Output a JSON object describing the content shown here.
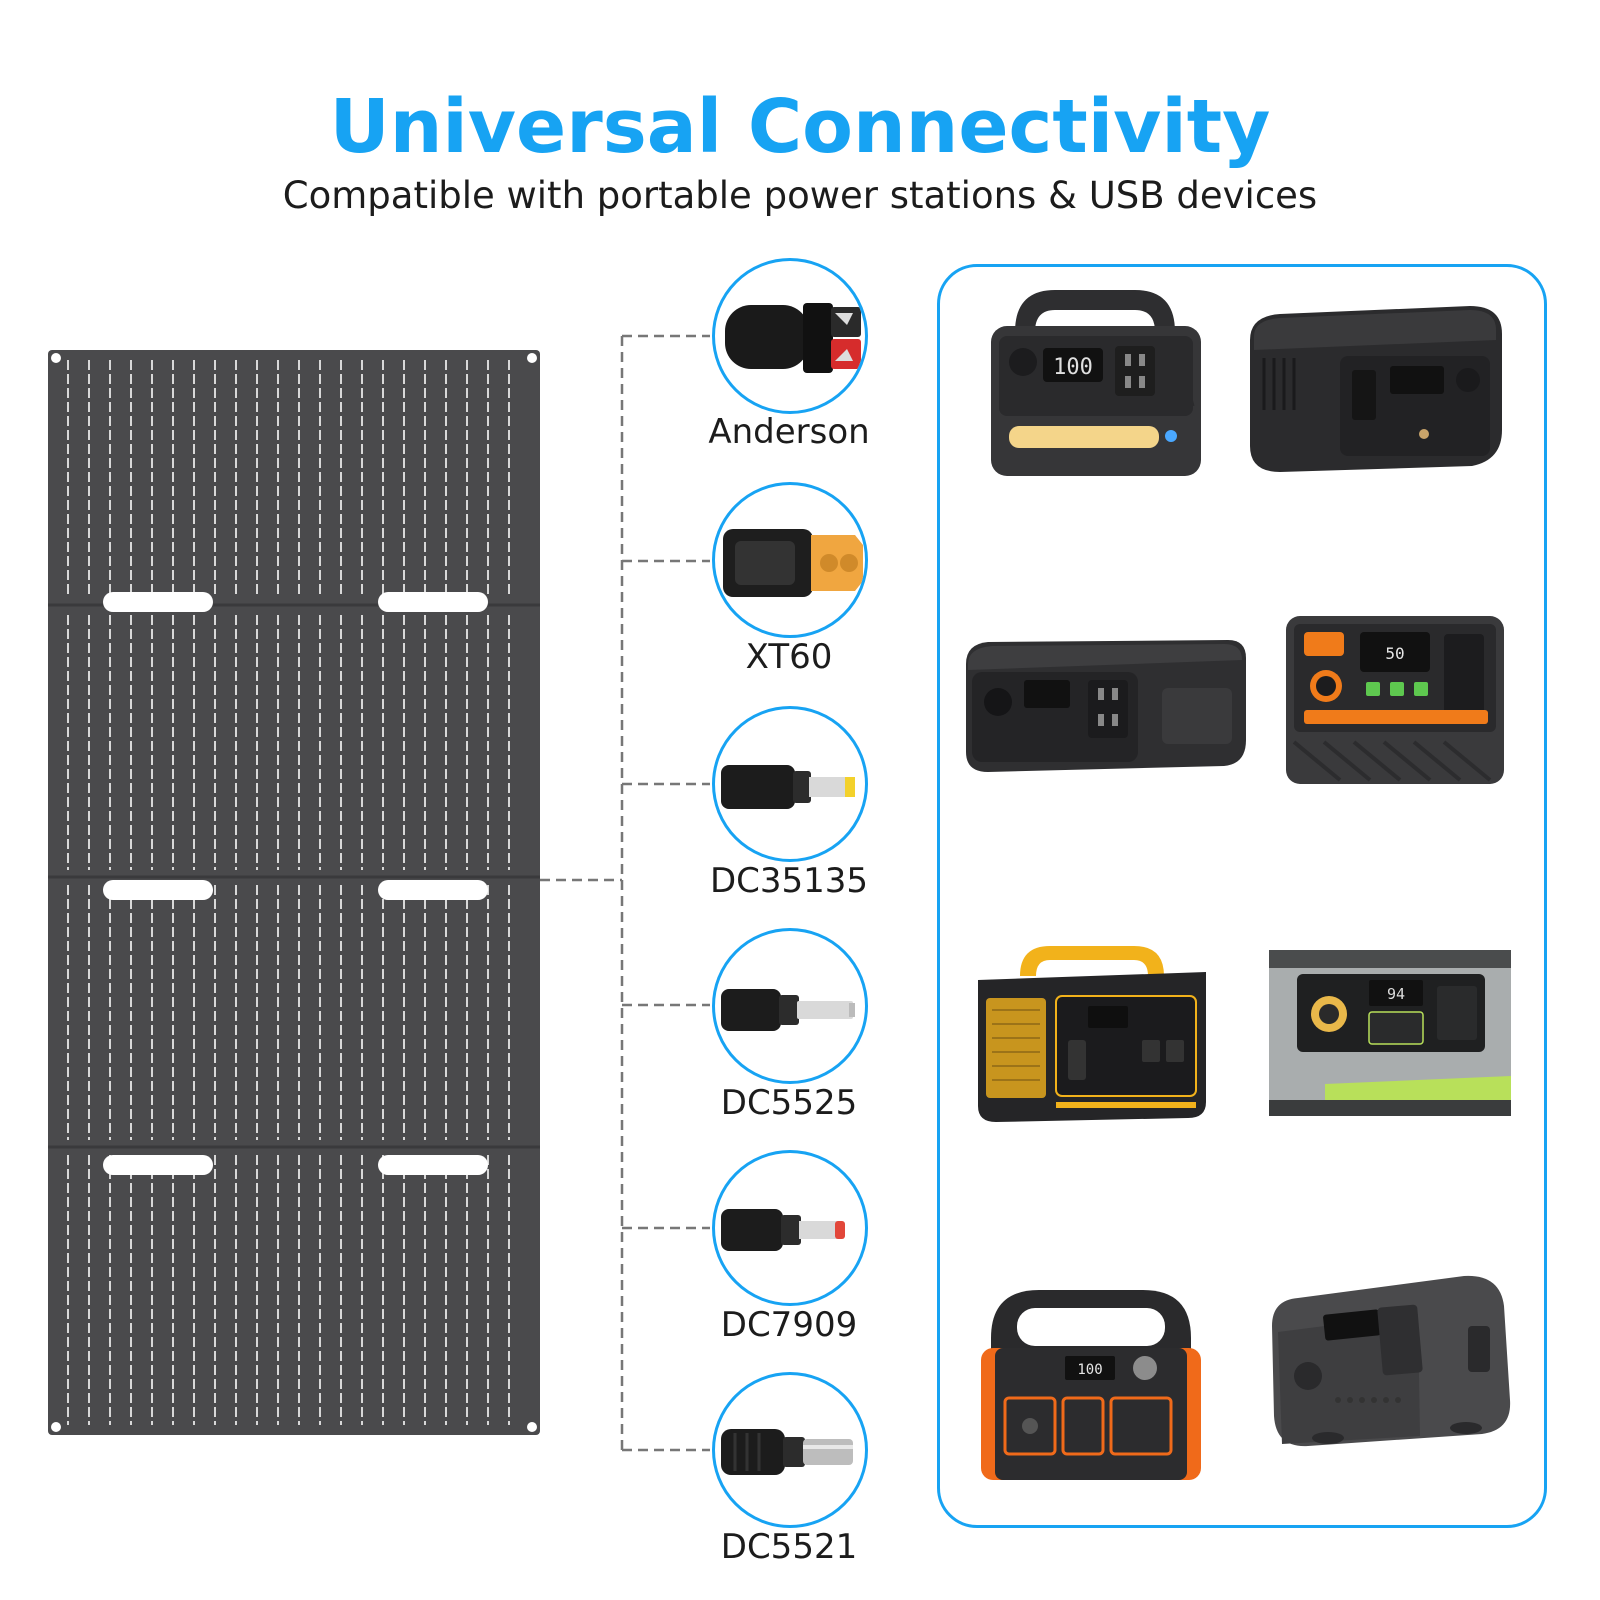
{
  "header": {
    "title": "Universal Connectivity",
    "subtitle": "Compatible with portable power stations & USB devices"
  },
  "connectors": [
    {
      "label": "Anderson",
      "icon": "anderson-connector-icon",
      "tip_color": "#d62c2c"
    },
    {
      "label": "XT60",
      "icon": "xt60-connector-icon",
      "tip_color": "#f0a640"
    },
    {
      "label": "DC35135",
      "icon": "dc35135-plug-icon",
      "tip_color": "#f3d12b"
    },
    {
      "label": "DC5525",
      "icon": "dc5525-plug-icon",
      "tip_color": "#d9d9d9"
    },
    {
      "label": "DC7909",
      "icon": "dc7909-plug-icon",
      "tip_color": "#e2473a"
    },
    {
      "label": "DC5521",
      "icon": "dc5521-plug-icon",
      "tip_color": "#bdbdbd"
    }
  ],
  "devices": [
    {
      "icon": "power-station-1-icon",
      "accent": "#f4d58a",
      "display": "100"
    },
    {
      "icon": "power-station-2-icon",
      "accent": "#3a3a3a",
      "display": ""
    },
    {
      "icon": "power-station-3-icon",
      "accent": "#3a3a3a",
      "display": ""
    },
    {
      "icon": "power-station-4-icon",
      "accent": "#f07b1a",
      "display": "50"
    },
    {
      "icon": "power-station-5-icon",
      "accent": "#f2b21b",
      "display": ""
    },
    {
      "icon": "power-station-6-icon",
      "accent": "#b8e05a",
      "display": "94"
    },
    {
      "icon": "power-station-7-icon",
      "accent": "#f06a1a",
      "display": "100"
    },
    {
      "icon": "power-station-8-icon",
      "accent": "#5a5a5a",
      "display": ""
    }
  ],
  "colors": {
    "accent": "#17a3f3",
    "panel": "#4a4a4c"
  }
}
